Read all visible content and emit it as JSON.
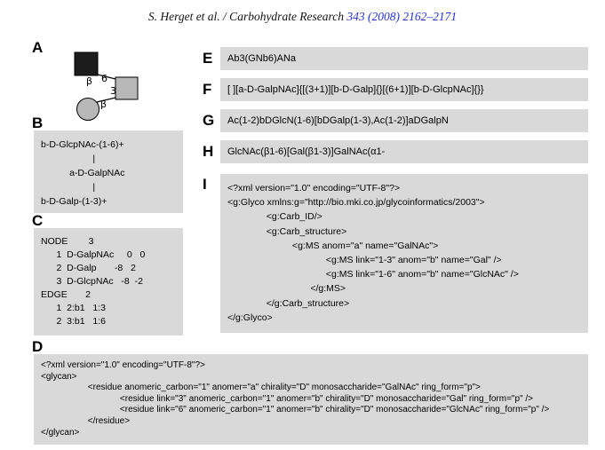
{
  "header": {
    "authors_journal": "S. Herget et al. / Carbohydrate Research ",
    "citation": "343 (2008) 2162–2171"
  },
  "colors": {
    "box_bg": "#d9d9d9",
    "citation_blue": "#2634cb",
    "residue_dark": "#1c1c1c",
    "residue_gray": "#b8b8b8",
    "stroke": "#000000"
  },
  "panels": {
    "a": {
      "label": "A",
      "diagram": {
        "glcnac_anomer": "β",
        "glcnac_position": "6",
        "gal_position": "3",
        "gal_anomer": "β"
      }
    },
    "b": {
      "label": "B",
      "lines": [
        "b-D-GlcpNAc-(1-6)+",
        "                    |",
        "           a-D-GalpNAc",
        "                    |",
        "b-D-Galp-(1-3)+"
      ]
    },
    "c": {
      "label": "C",
      "lines": [
        "NODE        3",
        "      1  D-GalpNAc     0   0",
        "      2  D-Galp       -8   2",
        "      3  D-GlcpNAc   -8  -2",
        "EDGE       2",
        "      1  2:b1   1:3",
        "      2  3:b1   1:6"
      ]
    },
    "d": {
      "label": "D",
      "lines": [
        "<?xml version=\"1.0\" encoding=\"UTF-8\"?>",
        "<glycan>",
        "                   <residue anomeric_carbon=\"1\" anomer=\"a\" chirality=\"D\" monosaccharide=\"GalNAc\" ring_form=\"p\">",
        "                                <residue link=\"3\" anomeric_carbon=\"1\" anomer=\"b\" chirality=\"D\" monosaccharide=\"Gal\" ring_form=\"p\" />",
        "                                <residue link=\"6\" anomeric_carbon=\"1\" anomer=\"b\" chirality=\"D\" monosaccharide=\"GlcNAc\" ring_form=\"p\" />",
        "                   </residue>",
        "</glycan>"
      ]
    },
    "e": {
      "label": "E",
      "text": "Ab3(GNb6)ANa"
    },
    "f": {
      "label": "F",
      "text": "[ ][a-D-GalpNAc]{[(3+1)][b-D-Galp]{}[(6+1)][b-D-GlcpNAc]{}}"
    },
    "g": {
      "label": "G",
      "text": "Ac(1-2)bDGlcN(1-6)[bDGalp(1-3),Ac(1-2)]aDGalpN"
    },
    "h": {
      "label": "H",
      "text": "GlcNAc(β1-6)[Gal(β1-3)]GalNAc(α1-"
    },
    "i": {
      "label": "I",
      "lines": [
        "<?xml version=\"1.0\" encoding=\"UTF-8\"?>",
        "<g:Glyco xmlns:g=\"http://bio.mki.co.jp/glycoinformatics/2003\">",
        "               <g:Carb_ID/>",
        "               <g:Carb_structure>",
        "                         <g:MS anom=\"a\" name=\"GalNAc\">",
        "                                      <g:MS link=\"1-3\" anom=\"b\" name=\"Gal\" />",
        "                                      <g:MS link=\"1-6\" anom=\"b\" name=\"GlcNAc\" />",
        "                                </g:MS>",
        "               </g:Carb_structure>",
        "</g:Glyco>"
      ]
    }
  }
}
